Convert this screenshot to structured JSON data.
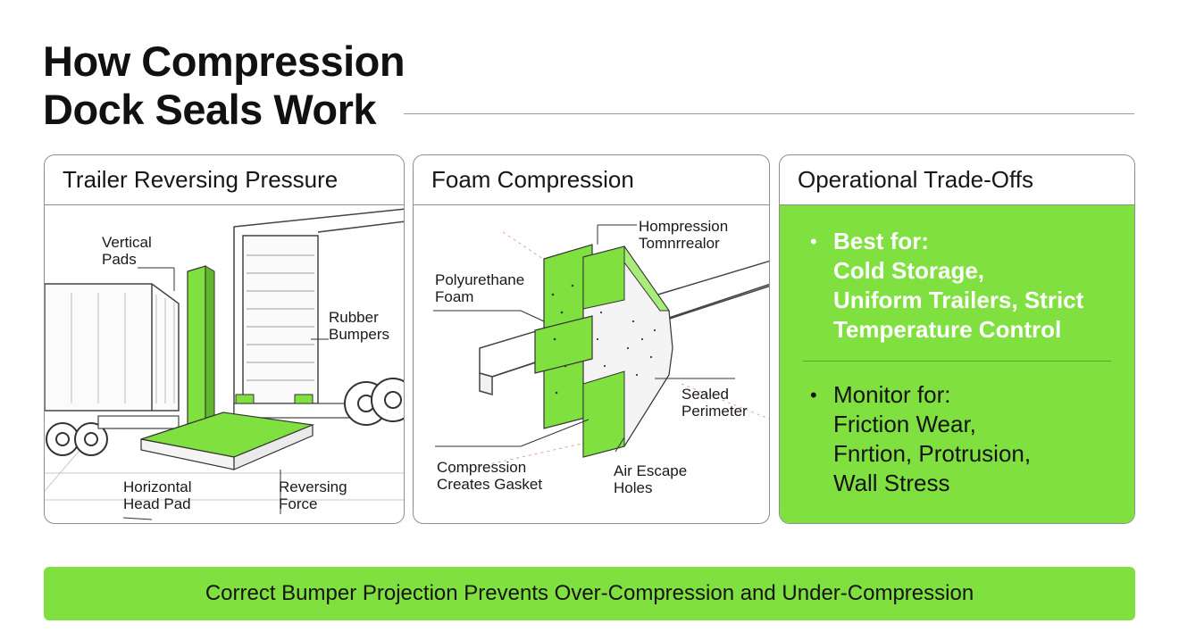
{
  "title": {
    "line1": "How Compression",
    "line2": "Dock Seals Work"
  },
  "panels": [
    {
      "header": "Trailer Reversing Pressure",
      "labels": {
        "vertical_pads": "Vertical\nPads",
        "rubber_bumpers": "Rubber\nBumpers",
        "horizontal_head_pad": "Horizontal\nHead Pad",
        "reversing_force": "Reversing\nForce"
      }
    },
    {
      "header": "Foam Compression",
      "labels": {
        "hompression": "Hompression\nTomnrrealor",
        "polyurethane_foam": "Polyurethane\nFoam",
        "sealed_perimeter": "Sealed\nPerimeter",
        "compression_gasket": "Compression\nCreates Gasket",
        "air_escape": "Air Escape\nHoles"
      }
    },
    {
      "header": "Operational Trade-Offs",
      "best_for": {
        "heading": "Best for:",
        "lines": [
          "Cold Storage,",
          "Uniform Trailers, Strict",
          "Temperature Control"
        ]
      },
      "monitor_for": {
        "heading": "Monitor for:",
        "lines": [
          "Friction Wear,",
          "Fnrtion, Protrusion,",
          "Wall Stress"
        ]
      }
    }
  ],
  "banner": "Correct Bumper Projection Prevents Over-Compression and Under-Compression",
  "colors": {
    "accent_green": "#7fe03f",
    "dark_green": "#5aa52c",
    "line_gray": "#8f8f8f"
  }
}
